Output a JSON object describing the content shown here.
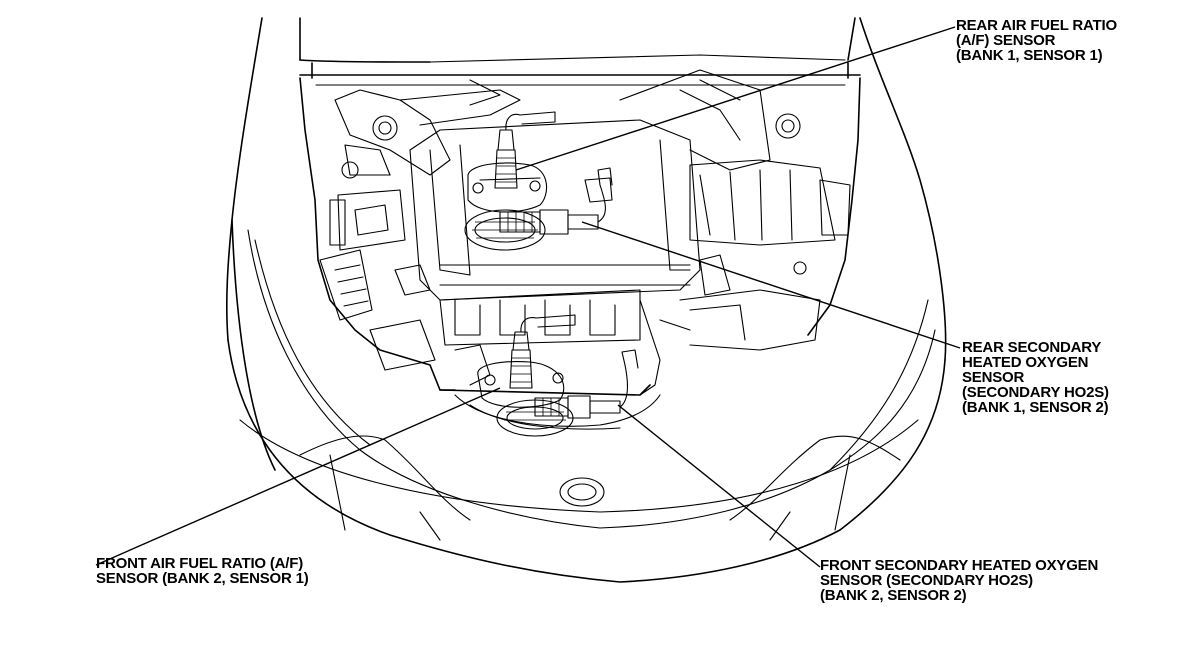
{
  "callouts": {
    "rear_af": {
      "lines": [
        "REAR AIR FUEL RATIO",
        "(A/F) SENSOR",
        "(BANK 1, SENSOR 1)"
      ]
    },
    "rear_ho2s": {
      "lines": [
        "REAR SECONDARY",
        "HEATED OXYGEN",
        "SENSOR",
        "(SECONDARY HO2S)",
        "(BANK 1, SENSOR 2)"
      ]
    },
    "front_af": {
      "lines": [
        "FRONT AIR FUEL RATIO (A/F)",
        "SENSOR (BANK 2, SENSOR 1)"
      ]
    },
    "front_ho2s": {
      "lines": [
        "FRONT SECONDARY HEATED OXYGEN",
        "SENSOR (SECONDARY HO2S)",
        "(BANK 2, SENSOR 2)"
      ]
    }
  }
}
